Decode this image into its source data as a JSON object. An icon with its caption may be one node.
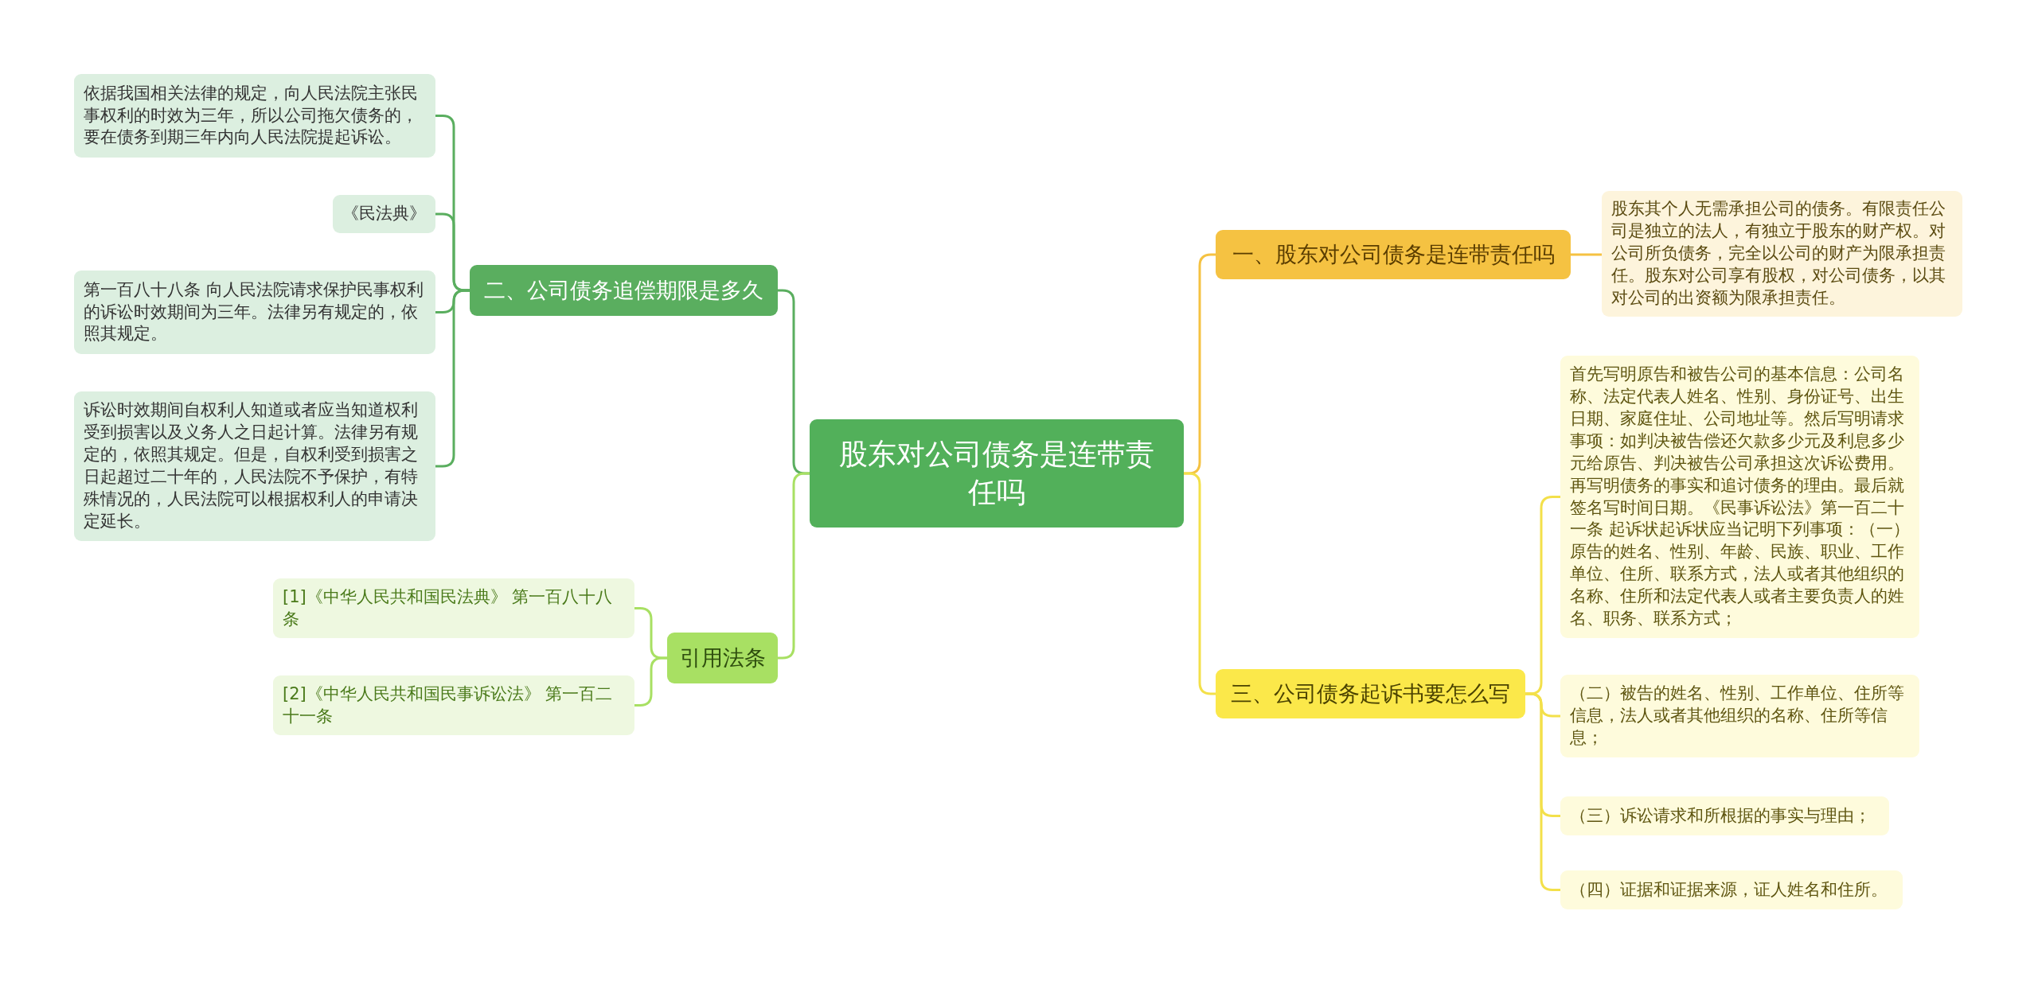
{
  "diagram": {
    "nodes": [
      {
        "text": [
          "股东对公司债务是连带责任吗"
        ]
      },
      {
        "text": [
          "一、股东对公司债务是连带责任吗"
        ]
      },
      {
        "text": [
          "股东其个人无需承担公司的债务。有限责任公司是独立的法人，有独立于股东的财产权。对公司所负债务，完全以公司的财产为限承担责任。股东对公司享有股权，对公司债务，以其对公司的出资额为限承担责任。"
        ]
      },
      {
        "text": [
          "三、公司债务起诉书要怎么写"
        ]
      },
      {
        "text": [
          "首先写明原告和被告公司的基本信息：公司名称、法定代表人姓名、性别、身份证号、出生日期、家庭住址、公司地址等。然后写明请求事项：如判决被告偿还欠款多少元及利息多少元给原告、判决被告公司承担这次诉讼费用。再写明债务的事实和追讨债务的理由。最后就签名写时间日期。《民事诉讼法》第一百二十一条 起诉状起诉状应当记明下列事项：（一）原告的姓名、性别、年龄、民族、职业、工作单位、住所、联系方式，法人或者其他组织的名称、住所和法定代表人或者主要负责人的姓名、职务、联系方式；"
        ]
      },
      {
        "text": [
          "（二）被告的姓名、性别、工作单位、住所等信息，法人或者其他组织的名称、住所等信息；"
        ]
      },
      {
        "text": [
          "（三）诉讼请求和所根据的事实与理由；"
        ]
      },
      {
        "text": [
          "（四）证据和证据来源，证人姓名和住所。"
        ]
      },
      {
        "text": [
          "二、公司债务追偿期限是多久"
        ]
      },
      {
        "text": [
          "依据我国相关法律的规定，向人民法院主张民事权利的时效为三年，所以公司拖欠债务的，要在债务到期三年内向人民法院提起诉讼。"
        ]
      },
      {
        "text": [
          "《民法典》"
        ]
      },
      {
        "text": [
          "第一百八十八条 向人民法院请求保护民事权利的诉讼时效期间为三年。法律另有规定的，依照其规定。"
        ]
      },
      {
        "text": [
          "诉讼时效期间自权利人知道或者应当知道权利受到损害以及义务人之日起计算。法律另有规定的，依照其规定。但是，自权利受到损害之日起超过二十年的，人民法院不予保护，有特殊情况的，人民法院可以根据权利人的申请决定延长。"
        ]
      },
      {
        "text": [
          "引用法条"
        ]
      },
      {
        "text": [
          "[1]《中华人民共和国民法典》 第一百八十八条"
        ]
      },
      {
        "text": [
          "[2]《中华人民共和国民事诉讼法》 第一百二十一条"
        ]
      }
    ],
    "edges": [
      {
        "from": 0,
        "to": 1,
        "arrow": "none",
        "color": "#f5c242"
      },
      {
        "from": 1,
        "to": 2,
        "arrow": "none",
        "color": "#f5c242"
      },
      {
        "from": 0,
        "to": 3,
        "arrow": "none",
        "color": "#f3e04a"
      },
      {
        "from": 3,
        "to": 4,
        "arrow": "none",
        "color": "#f3e04a"
      },
      {
        "from": 3,
        "to": 5,
        "arrow": "none",
        "color": "#f3e04a"
      },
      {
        "from": 3,
        "to": 6,
        "arrow": "none",
        "color": "#f3e04a"
      },
      {
        "from": 3,
        "to": 7,
        "arrow": "none",
        "color": "#f3e04a"
      },
      {
        "from": 0,
        "to": 8,
        "arrow": "none",
        "color": "#5aae5f"
      },
      {
        "from": 8,
        "to": 9,
        "arrow": "none",
        "color": "#5aae5f"
      },
      {
        "from": 8,
        "to": 10,
        "arrow": "none",
        "color": "#5aae5f"
      },
      {
        "from": 8,
        "to": 11,
        "arrow": "none",
        "color": "#5aae5f"
      },
      {
        "from": 8,
        "to": 12,
        "arrow": "none",
        "color": "#5aae5f"
      },
      {
        "from": 0,
        "to": 13,
        "arrow": "none",
        "color": "#a8e063"
      },
      {
        "from": 13,
        "to": 14,
        "arrow": "none",
        "color": "#a8e063"
      },
      {
        "from": 13,
        "to": 15,
        "arrow": "none",
        "color": "#a8e063"
      }
    ]
  }
}
